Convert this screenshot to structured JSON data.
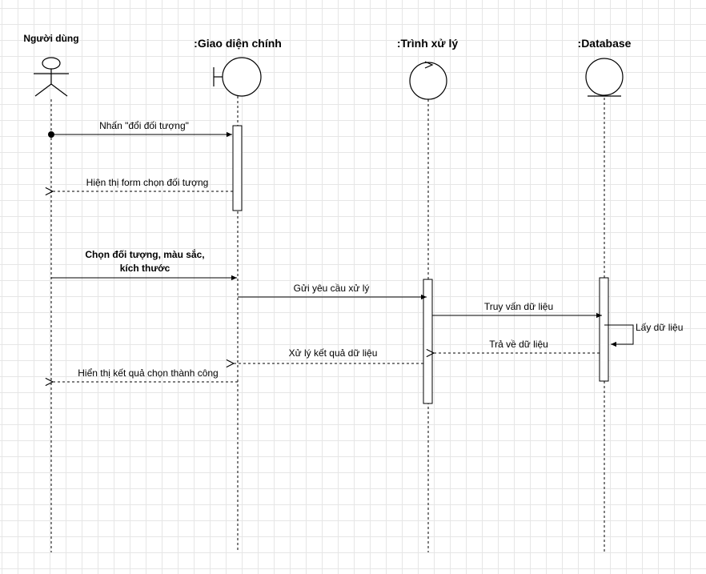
{
  "participants": {
    "user": "Người dùng",
    "ui": ":Giao diện chính",
    "controller": ":Trình xử lý",
    "database": ":Database"
  },
  "messages": {
    "m1": "Nhấn \"đổi đối tượng\"",
    "m2": "Hiện thị form chọn đối tượng",
    "m3_line1": "Chọn đối tượng, màu sắc,",
    "m3_line2": "kích thước",
    "m4": "Gửi yêu cầu xử lý",
    "m5": "Truy vấn dữ liệu",
    "m6": "Lấy dữ liệu",
    "m7": "Trả về dữ liệu",
    "m8": "Xử lý kết quả dữ liệu",
    "m9": "Hiển thị kết quả chọn thành công"
  }
}
